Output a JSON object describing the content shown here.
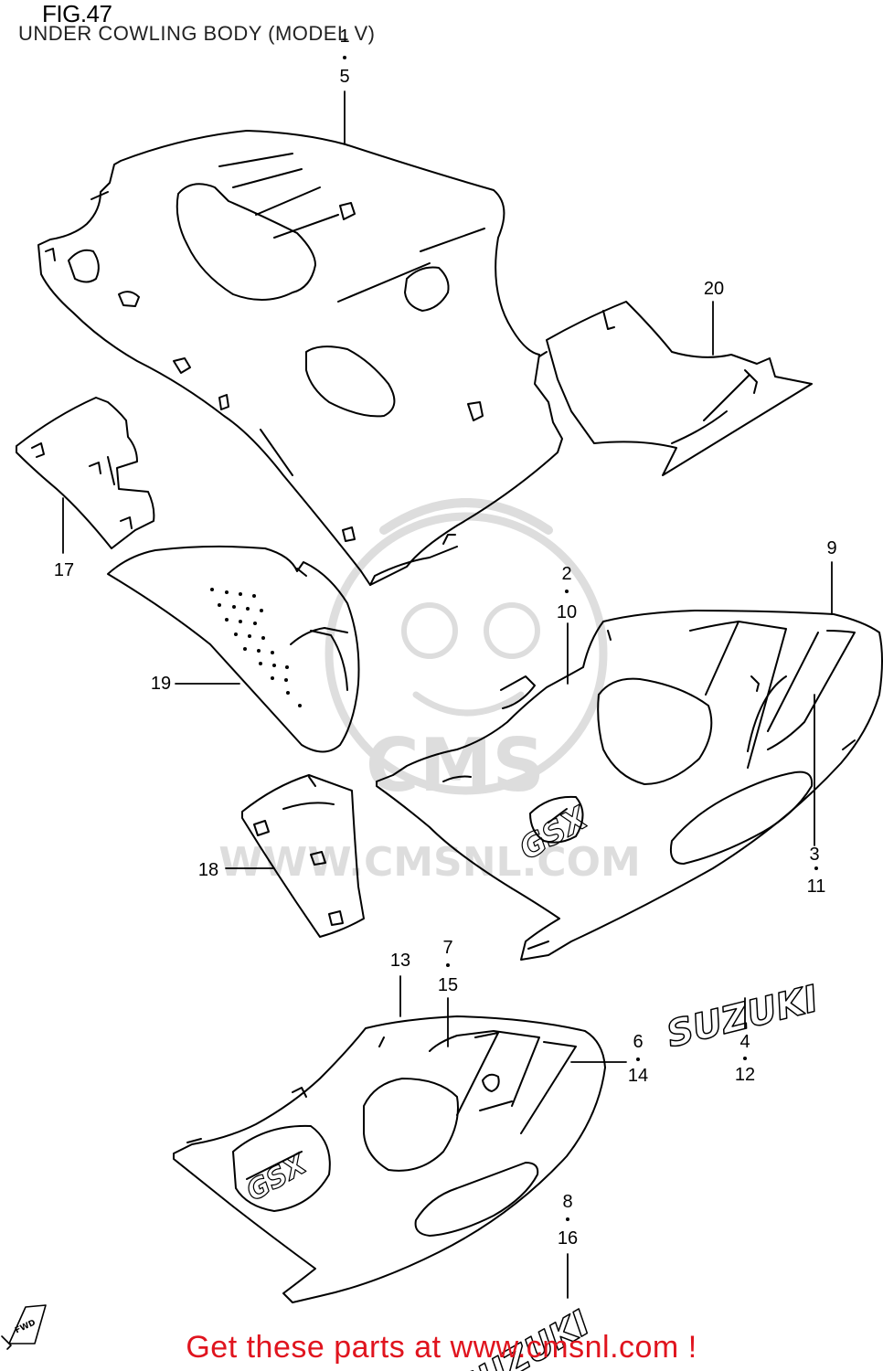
{
  "figure": {
    "number": "FIG.47",
    "title": "UNDER COWLING BODY (MODEL V)"
  },
  "callouts": [
    {
      "id": "c1",
      "text": "1"
    },
    {
      "id": "c5",
      "text": "5"
    },
    {
      "id": "c20",
      "text": "20"
    },
    {
      "id": "c17",
      "text": "17"
    },
    {
      "id": "c9",
      "text": "9"
    },
    {
      "id": "c2",
      "text": "2"
    },
    {
      "id": "c10",
      "text": "10"
    },
    {
      "id": "c19",
      "text": "19"
    },
    {
      "id": "c3",
      "text": "3"
    },
    {
      "id": "c11",
      "text": "11"
    },
    {
      "id": "c18",
      "text": "18"
    },
    {
      "id": "c13",
      "text": "13"
    },
    {
      "id": "c7",
      "text": "7"
    },
    {
      "id": "c15",
      "text": "15"
    },
    {
      "id": "c6",
      "text": "6"
    },
    {
      "id": "c14",
      "text": "14"
    },
    {
      "id": "c4",
      "text": "4"
    },
    {
      "id": "c12",
      "text": "12"
    },
    {
      "id": "c8",
      "text": "8"
    },
    {
      "id": "c16",
      "text": "16"
    }
  ],
  "decals": {
    "suzuki_right": "SUZUKI",
    "suzuki_bottom": "SUZUKI",
    "gsxr_upper": "GSX",
    "gsxr_lower": "GSX",
    "fwd_marker": "FWD"
  },
  "watermark": {
    "brand": "CMS",
    "url": "WWW.CMSNL.COM"
  },
  "promo": {
    "text": "Get these parts at www.cmsnl.com !",
    "color": "#e0141e"
  }
}
